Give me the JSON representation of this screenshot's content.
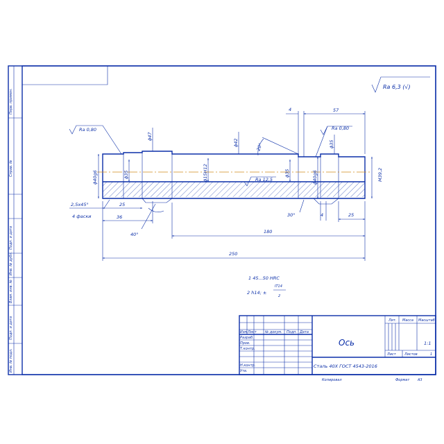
{
  "roughness": {
    "general": "Ra 6,3 (√)",
    "left_face": "Ra 0,80",
    "right_face": "Ra 0,80",
    "bore": "Ra 12,5"
  },
  "dimensions": {
    "d40_left": "ϕ40g6",
    "d35_left": "ϕ35",
    "d47": "ϕ47",
    "d15": "ϕ15Н12",
    "d42": "ϕ42",
    "d35_mid": "ϕ35",
    "d40_right": "ϕ40g6",
    "d35_right": "ϕ35",
    "thread": "М39,2",
    "chamfer": "2,5x45°",
    "chamfer_note": "4 фаски",
    "len_25_left": "25",
    "len_36": "36",
    "angle_40": "40°",
    "angle_20": "20°",
    "angle_30": "30°",
    "len_4_top": "4",
    "len_57": "57",
    "len_4_bottom": "4",
    "len_25_right": "25",
    "len_180": "180",
    "len_250": "250"
  },
  "notes": {
    "line1": "1 45...50 HRC",
    "line2_prefix": "2 h14; ±",
    "line2_num": "IT14",
    "line2_den": "2"
  },
  "title_block": {
    "part_name": "Ось",
    "material": "Сталь 40Х ГОСТ 4543-2016",
    "head": [
      "Изм",
      "Лист",
      "№ докум.",
      "Подп.",
      "Дата"
    ],
    "rows": [
      "Разраб.",
      "Пров.",
      "Т.контр.",
      "",
      "Н.контр.",
      "Утв."
    ],
    "col_lit": "Лит.",
    "col_mass": "Масса",
    "col_scale": "Масштаб",
    "scale_value": "1:1",
    "sheet": "Лист",
    "sheets": "Листов",
    "sheets_value": "1",
    "copied": "Копировал",
    "format": "Формат",
    "format_value": "А3"
  },
  "side_strip": [
    "Перв. примен.",
    "Справ. №",
    "Подп. и дата",
    "Инв. № дубл.",
    "Взам. инв. №",
    "Подп. и дата",
    "Инв. № подл."
  ]
}
